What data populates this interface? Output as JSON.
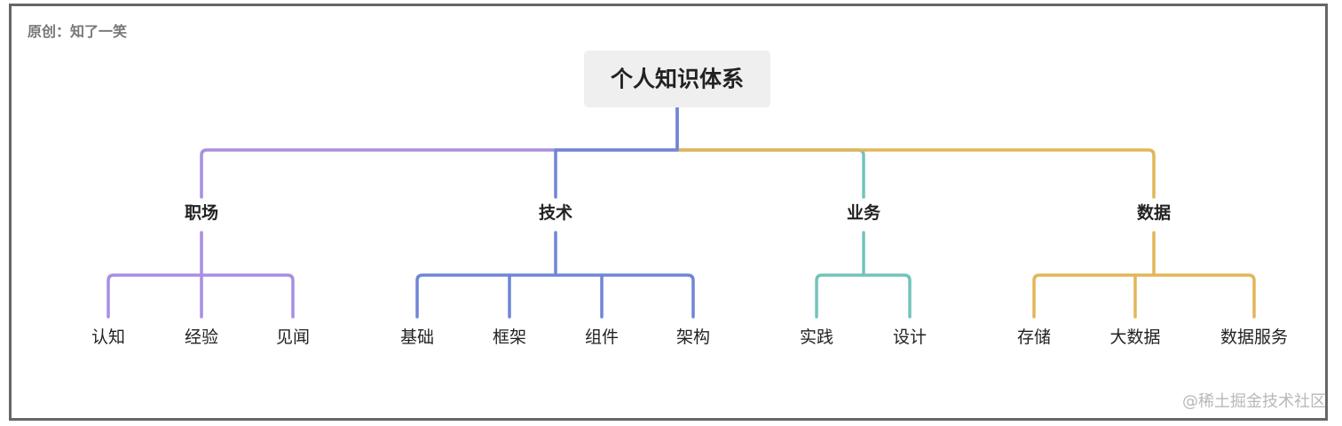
{
  "credit": "原创：知了一笑",
  "watermark": "@稀土掘金技术社区",
  "root": {
    "label": "个人知识体系"
  },
  "branches": [
    {
      "id": "career",
      "label": "职场",
      "color": "#a98ee0",
      "children": [
        "认知",
        "经验",
        "见闻"
      ]
    },
    {
      "id": "tech",
      "label": "技术",
      "color": "#6f86d6",
      "children": [
        "基础",
        "框架",
        "组件",
        "架构"
      ]
    },
    {
      "id": "business",
      "label": "业务",
      "color": "#74c3bb",
      "children": [
        "实践",
        "设计"
      ]
    },
    {
      "id": "data",
      "label": "数据",
      "color": "#e2b659",
      "children": [
        "存储",
        "大数据",
        "数据服务"
      ]
    }
  ]
}
